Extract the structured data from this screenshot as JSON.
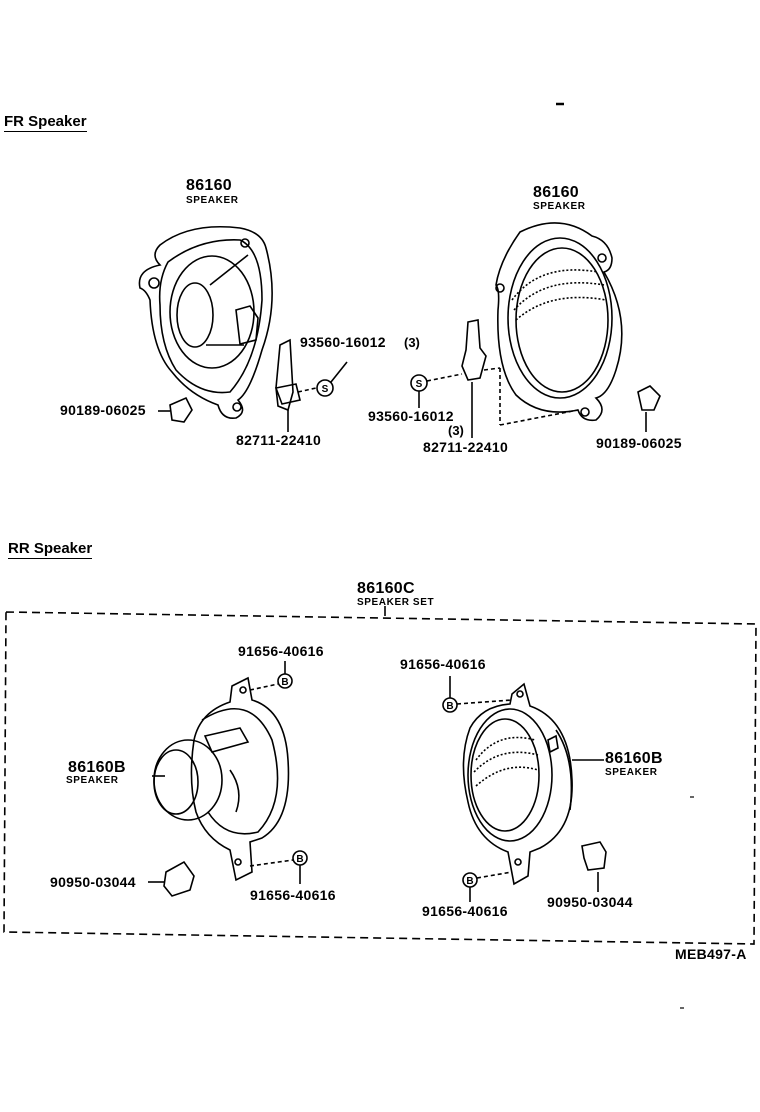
{
  "sections": {
    "fr_title": "FR Speaker",
    "rr_title": "RR Speaker"
  },
  "fr": {
    "left": {
      "speaker_pn": "86160",
      "speaker_name": "SPEAKER",
      "screw_pn": "93560-16012",
      "screw_qty": "(3)",
      "grommet_pn": "90189-06025",
      "bracket_pn": "82711-22410"
    },
    "right": {
      "speaker_pn": "86160",
      "speaker_name": "SPEAKER",
      "screw_pn": "93560-16012",
      "screw_qty": "(3)",
      "grommet_pn": "90189-06025",
      "bracket_pn": "82711-22410"
    }
  },
  "rr": {
    "set_pn": "86160C",
    "set_name": "SPEAKER SET",
    "left": {
      "speaker_pn": "86160B",
      "speaker_name": "SPEAKER",
      "bolt_top_pn": "91656-40616",
      "bolt_bottom_pn": "91656-40616",
      "connector_pn": "90950-03044"
    },
    "right": {
      "speaker_pn": "86160B",
      "speaker_name": "SPEAKER",
      "bolt_top_pn": "91656-40616",
      "bolt_bottom_pn": "91656-40616",
      "connector_pn": "90950-03044"
    }
  },
  "callout_symbols": {
    "screw": "S",
    "bolt": "B"
  },
  "figure_code": "MEB497-A"
}
